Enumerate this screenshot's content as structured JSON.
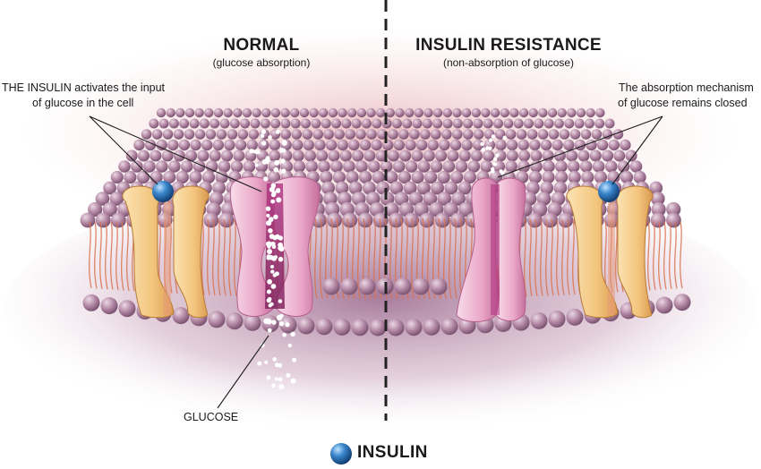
{
  "left_panel": {
    "title": "NORMAL",
    "subtitle": "(glucose absorption)",
    "annotation_line1": "THE INSULIN activates the input",
    "annotation_line2": "of glucose in the cell",
    "glucose_label": "GLUCOSE"
  },
  "right_panel": {
    "title": "INSULIN RESISTANCE",
    "subtitle": "(non-absorption of glucose)",
    "annotation_line1": "The absorption mechanism",
    "annotation_line2": "of glucose remains closed"
  },
  "legend": {
    "label": "INSULIN"
  },
  "colors": {
    "membrane_head": "#b58aa6",
    "lipid_tail": "#d8724f",
    "receptor": "#f3c47e",
    "glucose_channel": "#eaa7c8",
    "insulin": "#2f78c0",
    "divider": "#222222"
  },
  "icons": [
    "insulin-molecule-icon"
  ]
}
